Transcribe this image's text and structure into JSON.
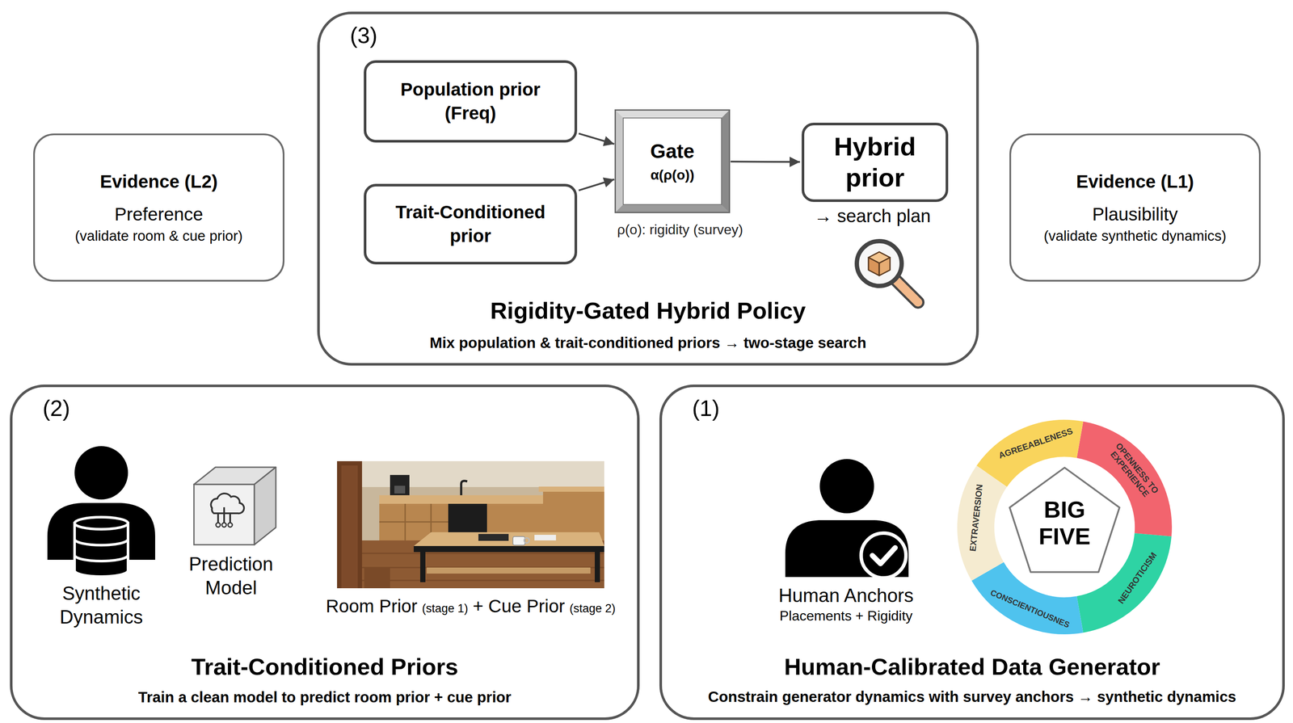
{
  "diagram": {
    "nodes": [
      {
        "text": [
          "Evidence (L2)",
          "Preference",
          "(validate room & cue prior)"
        ]
      },
      {
        "text": [
          "(3)",
          "Rigidity-Gated Hybrid Policy",
          "Mix population & trait-conditioned priors → two-stage search"
        ]
      },
      {
        "text": [
          "Population prior (Freq)"
        ],
        "in": 1
      },
      {
        "text": [
          "Trait-Conditioned prior"
        ],
        "in": 1
      },
      {
        "text": [
          "Gate",
          "α(ρ(o))"
        ],
        "in": 1
      },
      {
        "text": [
          "Hybrid prior"
        ],
        "in": 1
      },
      {
        "text": [
          "Evidence (L1)",
          "Plausibility",
          "(validate synthetic dynamics)"
        ]
      },
      {
        "text": [
          "(2)",
          "Trait-Conditioned Priors",
          "Train a clean model to predict room prior + cue prior"
        ]
      },
      {
        "text": [
          "(1)",
          "Human-Calibrated Data Generator",
          "Constrain generator dynamics with survey anchors → synthetic dynamics"
        ]
      }
    ],
    "edges": [
      {
        "from": 2,
        "to": 4,
        "arrow": "to"
      },
      {
        "from": 3,
        "to": 4,
        "arrow": "to"
      },
      {
        "from": 4,
        "to": 5,
        "arrow": "to"
      }
    ],
    "labels": [
      "ρ(o): rigidity (survey)",
      "→ search plan",
      "Synthetic Dynamics",
      "Prediction Model",
      "Room Prior",
      "(stage 1)",
      "+ Cue Prior",
      "(stage 2)",
      "Human Anchors",
      "Placements + Rigidity",
      "BIG FIVE",
      "AGREEABLENESS",
      "OPENNESS TO EXPERIENCE",
      "NEUROTICISM",
      "CONSCIENTIOUSNES",
      "EXTRAVERSION"
    ]
  }
}
